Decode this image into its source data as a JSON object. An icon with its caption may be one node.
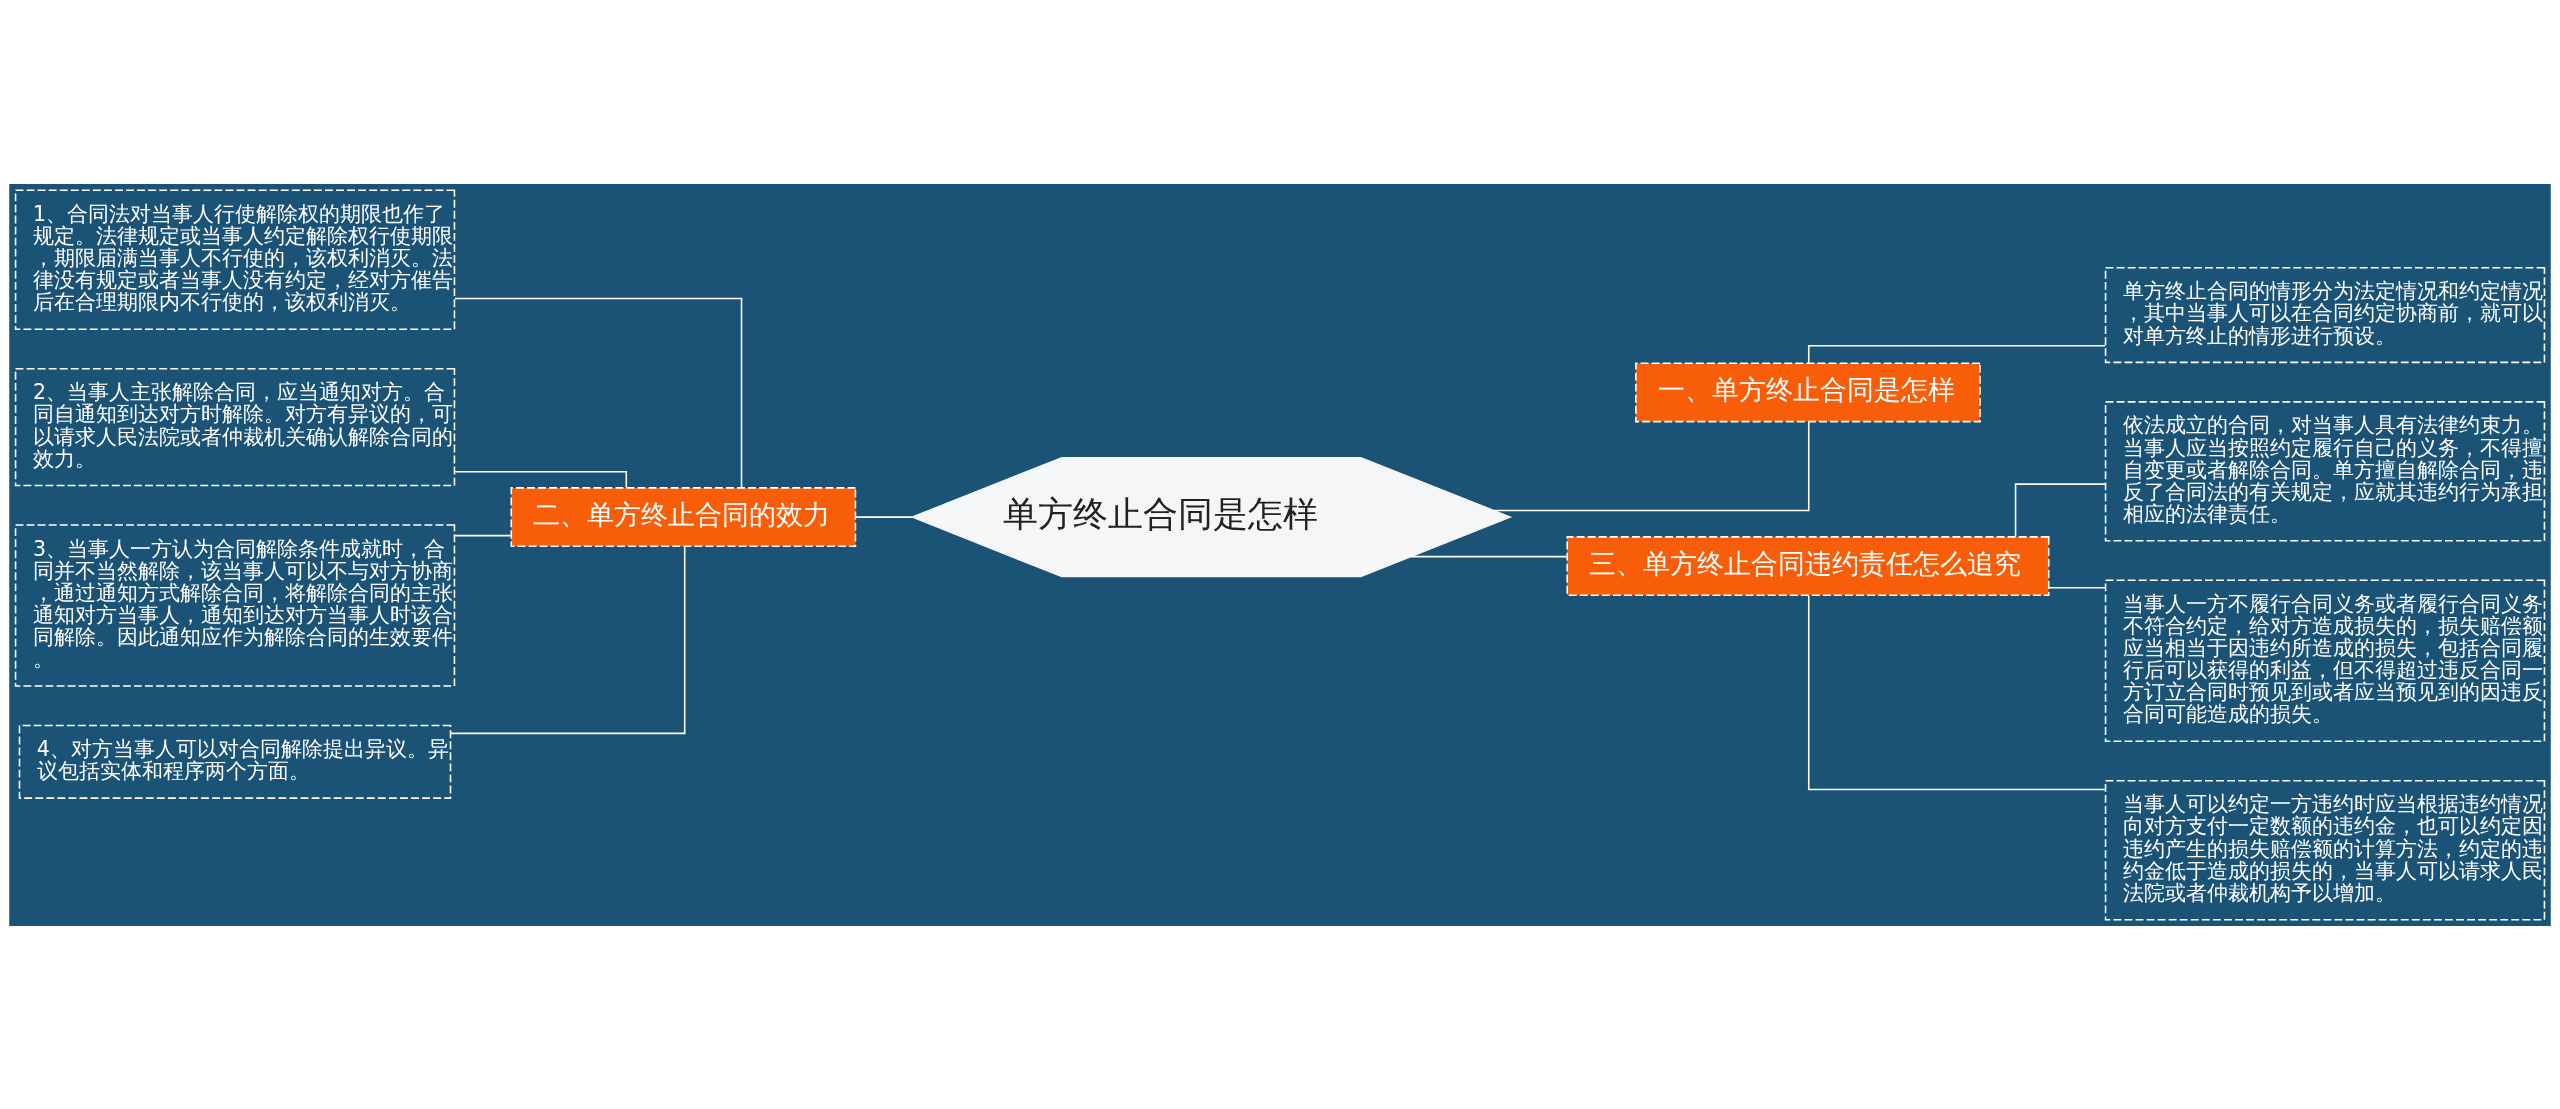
{
  "diagram": {
    "nodes": [
      {
        "text": [
          "单方终止合同是怎样"
        ]
      },
      {
        "text": [
          "一、单方终止合同是怎样"
        ]
      },
      {
        "text": [
          "单方终止合同的情形分为法定情况和约定情况，其中当事人可以在合同约定协商前，就可以对单方终止的情形进行预设。"
        ]
      },
      {
        "text": [
          "三、单方终止合同违约责任怎么追究"
        ]
      },
      {
        "text": [
          "依法成立的合同，对当事人具有法律约束力。当事人应当按照约定履行自己的义务，不得擅自变更或者解除合同。单方擅自解除合同，违反了合同法的有关规定，应就其违约行为承担相应的法律责任。"
        ]
      },
      {
        "text": [
          "当事人一方不履行合同义务或者履行合同义务不符合约定，给对方造成损失的，损失赔偿额应当相当于因违约所造成的损失，包括合同履行后可以获得的利益，但不得超过违反合同一方订立合同时预见到或者应当预见到的因违反合同可能造成的损失。"
        ]
      },
      {
        "text": [
          "当事人可以约定一方违约时应当根据违约情况向对方支付一定数额的违约金，也可以约定因违约产生的损失赔偿额的计算方法，约定的违约金低于造成的损失的，当事人可以请求人民法院或者仲裁机构予以增加。"
        ]
      },
      {
        "text": [
          "二、单方终止合同的效力"
        ]
      },
      {
        "text": [
          "1、合同法对当事人行使解除权的期限也作了规定。法律规定或当事人约定解除权行使期限，期限届满当事人不行使的，该权利消灭。法律没有规定或者当事人没有约定，经对方催告后在合理期限内不行使的，该权利消灭。"
        ]
      },
      {
        "text": [
          "2、当事人主张解除合同，应当通知对方。合同自通知到达对方时解除。对方有异议的，可以请求人民法院或者仲裁机关确认解除合同的效力。"
        ]
      },
      {
        "text": [
          "3、当事人一方认为合同解除条件成就时，合同并不当然解除，该当事人可以不与对方协商，通过通知方式解除合同，将解除合同的主张通知对方当事人，通知到达对方当事人时该合同解除。因此通知应作为解除合同的生效要件。"
        ]
      },
      {
        "text": [
          "4、对方当事人可以对合同解除提出异议。异议包括实体和程序两个方面。"
        ]
      }
    ],
    "edges": [
      {
        "from": 0,
        "to": 1,
        "arrow": "none"
      },
      {
        "from": 1,
        "to": 2,
        "arrow": "none"
      },
      {
        "from": 0,
        "to": 3,
        "arrow": "none"
      },
      {
        "from": 3,
        "to": 4,
        "arrow": "none"
      },
      {
        "from": 3,
        "to": 5,
        "arrow": "none"
      },
      {
        "from": 3,
        "to": 6,
        "arrow": "none"
      },
      {
        "from": 0,
        "to": 7,
        "arrow": "none"
      },
      {
        "from": 7,
        "to": 8,
        "arrow": "none"
      },
      {
        "from": 7,
        "to": 9,
        "arrow": "none"
      },
      {
        "from": 7,
        "to": 10,
        "arrow": "none"
      },
      {
        "from": 7,
        "to": 11,
        "arrow": "none"
      }
    ]
  }
}
